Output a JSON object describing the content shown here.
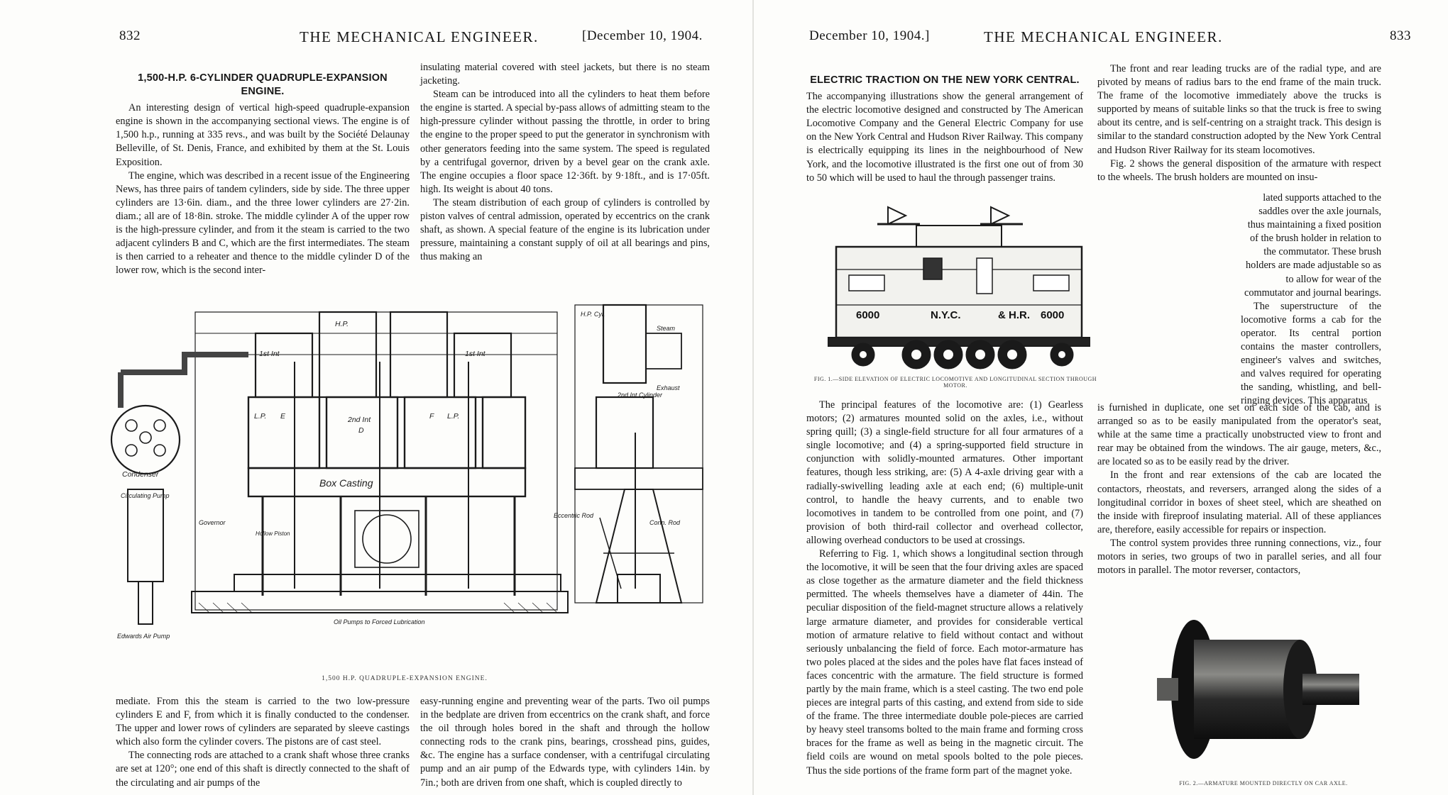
{
  "left_page": {
    "page_number": "832",
    "running_title": "THE MECHANICAL ENGINEER.",
    "date": "[December 10, 1904.",
    "article_title": "1,500-H.P. 6-CYLINDER QUADRUPLE-EXPANSION ENGINE.",
    "col1_top": [
      "An interesting design of vertical high-speed quadruple-expansion engine is shown in the accompanying sectional views. The engine is of 1,500 h.p., running at 335 revs., and was built by the Société Delaunay Belleville, of St. Denis, France, and exhibited by them at the St. Louis Exposition.",
      "The engine, which was described in a recent issue of the Engineering News, has three pairs of tandem cylinders, side by side. The three upper cylinders are 13·6in. diam., and the three lower cylinders are 27·2in. diam.; all are of 18·8in. stroke. The middle cylinder A of the upper row is the high-pressure cylinder, and from it the steam is carried to the two adjacent cylinders B and C, which are the first intermediates. The steam is then carried to a reheater and thence to the middle cylinder D of the lower row, which is the second inter-"
    ],
    "col2_top": [
      "insulating material covered with steel jackets, but there is no steam jacketing.",
      "Steam can be introduced into all the cylinders to heat them before the engine is started. A special by-pass allows of admitting steam to the high-pressure cylinder without passing the throttle, in order to bring the engine to the proper speed to put the generator in synchronism with other generators feeding into the same system. The speed is regulated by a centrifugal governor, driven by a bevel gear on the crank axle. The engine occupies a floor space 12·36ft. by 9·18ft., and is 17·05ft. high. Its weight is about 40 tons.",
      "The steam distribution of each group of cylinders is controlled by piston valves of central admission, operated by eccentrics on the crank shaft, as shown. A special feature of the engine is its lubrication under pressure, maintaining a constant supply of oil at all bearings and pins, thus making an"
    ],
    "figure_labels": {
      "hp": "H.P.",
      "first_int_a": "1st Int",
      "first_int_b": "1st Int",
      "lp_e": "L.P.",
      "lp_f": "L.P.",
      "e": "E",
      "f": "F",
      "d": "D",
      "second_int": "2nd Int",
      "box_casting": "Box Casting",
      "condenser": "Condenser",
      "circulating_pump": "Circulating Pump",
      "governor": "Governor",
      "hollow_piston": "Hollow Piston",
      "oil_pumps": "Oil Pumps to Forced Lubrication",
      "edwards_pump": "Edwards Air Pump",
      "hp_cyl": "H.P. Cyl.",
      "second_int_cylinder": "2nd Int Cylinder",
      "exhaust": "Exhaust",
      "steam": "Steam",
      "eccentric_rod": "Eccentric Rod",
      "conn_rod": "Conn. Rod"
    },
    "figure_caption": "1,500 h.p. Quadruple-Expansion Engine.",
    "col1_bottom": [
      "mediate. From this the steam is carried to the two low-pressure cylinders E and F, from which it is finally conducted to the condenser. The upper and lower rows of cylinders are separated by sleeve castings which also form the cylinder covers. The pistons are of cast steel.",
      "The connecting rods are attached to a crank shaft whose three cranks are set at 120°; one end of this shaft is directly connected to the shaft of the circulating and air pumps of the"
    ],
    "col2_bottom": [
      "easy-running engine and preventing wear of the parts. Two oil pumps in the bedplate are driven from eccentrics on the crank shaft, and force the oil through holes bored in the shaft and through the hollow connecting rods to the crank pins, bearings, crosshead pins, guides, &c. The engine has a surface condenser, with a centrifugal circulating pump and an air pump of the Edwards type, with cylinders 14in. by 7in.; both are driven from one shaft, which is coupled directly to"
    ]
  },
  "right_page": {
    "date": "December 10, 1904.]",
    "running_title": "THE MECHANICAL ENGINEER.",
    "page_number": "833",
    "article_title": "ELECTRIC TRACTION ON THE NEW YORK CENTRAL.",
    "intro": "The accompanying illustrations show the general arrangement of the electric locomotive designed and constructed by The American Locomotive Company and the General Electric Company for use on the New York Central and Hudson River Railway. This company is electrically equipping its lines in the neighbourhood of New York, and the locomotive illustrated is the first one out of from 30 to 50 which will be used to haul the through passenger trains.",
    "loco_markings": {
      "number_left": "6000",
      "road_left": "N.Y.C.",
      "road_right": "& H.R.",
      "number_right": "6000"
    },
    "fig1_caption": "Fig. 1.—Side Elevation of Electric Locomotive and Longitudinal Section through Motor.",
    "col_left_lower": [
      "The principal features of the locomotive are: (1) Gearless motors; (2) armatures mounted solid on the axles, i.e., without spring quill; (3) a single-field structure for all four armatures of a single locomotive; and (4) a spring-supported field structure in conjunction with solidly-mounted armatures. Other important features, though less striking, are: (5) A 4-axle driving gear with a radially-swivelling leading axle at each end; (6) multiple-unit control, to handle the heavy currents, and to enable two locomotives in tandem to be controlled from one point, and (7) provision of both third-rail collector and overhead collector, allowing overhead conductors to be used at crossings.",
      "Referring to Fig. 1, which shows a longitudinal section through the locomotive, it will be seen that the four driving axles are spaced as close together as the armature diameter and the field thickness permitted. The wheels themselves have a diameter of 44in. The peculiar disposition of the field-magnet structure allows a relatively large armature diameter, and provides for considerable vertical motion of armature relative to field without contact and without seriously unbalancing the field of force. Each motor-armature has two poles placed at the sides and the poles have flat faces instead of faces concentric with the armature. The field structure is formed partly by the main frame, which is a steel casting. The two end pole pieces are integral parts of this casting, and extend from side to side of the frame. The three intermediate double pole-pieces are carried by heavy steel transoms bolted to the main frame and forming cross braces for the frame as well as being in the magnetic circuit. The field coils are wound on metal spools bolted to the pole pieces. Thus the side portions of the frame form part of the magnet yoke."
    ],
    "col_right_top": [
      "The front and rear leading trucks are of the radial type, and are pivoted by means of radius bars to the end frame of the main truck. The frame of the locomotive immediately above the trucks is supported by means of suitable links so that the truck is free to swing about its centre, and is self-centring on a straight track. This design is similar to the standard construction adopted by the New York Central and Hudson River Railway for its steam locomotives.",
      "Fig. 2 shows the general disposition of the armature with respect to the wheels. The brush holders are mounted on insu-"
    ],
    "col_right_narrow": "lated supports attached to the saddles over the axle journals, thus maintaining a fixed position of the brush holder in relation to the commutator. These brush holders are made adjustable so as to allow for wear of the commutator and journal bearings.",
    "col_right_narrow2": "The superstructure of the locomotive forms a cab for the operator. Its central portion contains the master controllers, engineer's valves and switches, and valves required for operating the sanding, whistling, and bell-ringing devices. This apparatus",
    "col_right_mid": [
      "is furnished in duplicate, one set on each side of the cab, and is arranged so as to be easily manipulated from the operator's seat, while at the same time a practically unobstructed view to front and rear may be obtained from the windows. The air gauge, meters, &c., are located so as to be easily read by the driver.",
      "In the front and rear extensions of the cab are located the contactors, rheostats, and reversers, arranged along the sides of a longitudinal corridor in boxes of sheet steel, which are sheathed on the inside with fireproof insulating material. All of these appliances are, therefore, easily accessible for repairs or inspection.",
      "The control system provides three running connections, viz., four motors in series, two groups of two in parallel series, and all four motors in parallel. The motor reverser, contactors,"
    ],
    "fig2_caption": "Fig. 2.—Armature Mounted Directly on Car Axle."
  }
}
